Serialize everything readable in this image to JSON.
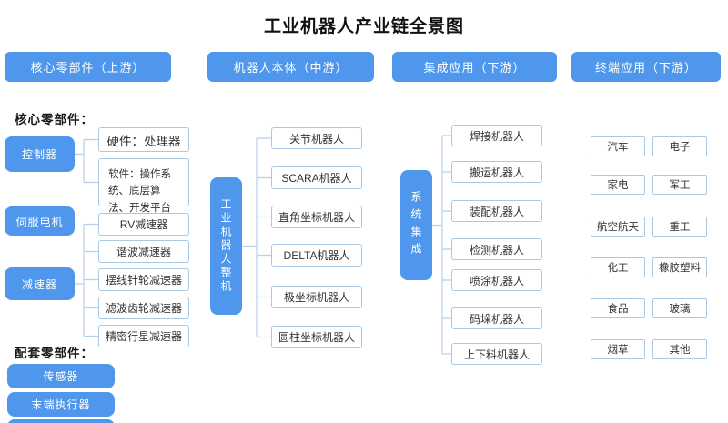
{
  "title": "工业机器人产业链全景图",
  "headers": [
    {
      "label": "核心零部件（上游）"
    },
    {
      "label": "机器人本体（中游）"
    },
    {
      "label": "集成应用（下游）"
    },
    {
      "label": "终端应用（下游）"
    }
  ],
  "upstream": {
    "section1_label": "核心零部件：",
    "nodes": [
      {
        "label": "控制器",
        "children": [
          "硬件：处理器",
          "软件：操作系统、底层算法、开发平台"
        ]
      },
      {
        "label": "伺服电机",
        "children": []
      },
      {
        "label": "减速器",
        "children": [
          "RV减速器",
          "谐波减速器",
          "摆线针轮减速器",
          "滤波齿轮减速器",
          "精密行星减速器"
        ]
      }
    ],
    "section2_label": "配套零部件：",
    "accessories": [
      "传感器",
      "末端执行器"
    ]
  },
  "midstream": {
    "node_label": "工业机器人整机",
    "children": [
      "关节机器人",
      "SCARA机器人",
      "直角坐标机器人",
      "DELTA机器人",
      "极坐标机器人",
      "圆柱坐标机器人"
    ]
  },
  "integration": {
    "node_label": "系统集成",
    "children": [
      "焊接机器人",
      "搬运机器人",
      "装配机器人",
      "检测机器人",
      "喷涂机器人",
      "码垛机器人",
      "上下料机器人"
    ]
  },
  "applications": [
    "汽车",
    "电子",
    "家电",
    "军工",
    "航空航天",
    "重工",
    "化工",
    "橡胶塑料",
    "食品",
    "玻璃",
    "烟草",
    "其他"
  ],
  "colors": {
    "primary_blue": "#4e97ec",
    "leaf_border": "#aac8e4",
    "connector": "#b9cfe8",
    "title_text": "#111111",
    "leaf_text": "#333333"
  }
}
